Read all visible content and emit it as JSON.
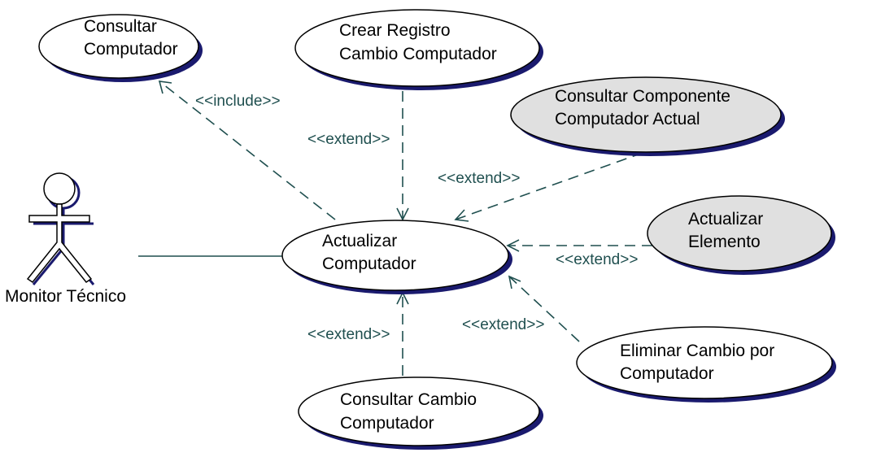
{
  "actor": {
    "label": "Monitor Técnico"
  },
  "use_cases": {
    "consultar_computador": {
      "line1": "Consultar",
      "line2": "Computador",
      "fill": "#ffffff"
    },
    "crear_registro": {
      "line1": "Crear Registro",
      "line2": "Cambio Computador",
      "fill": "#ffffff"
    },
    "consultar_componente": {
      "line1": "Consultar Componente",
      "line2": "Computador Actual",
      "fill": "#e0e0e0"
    },
    "actualizar_computador": {
      "line1": "Actualizar",
      "line2": "Computador",
      "fill": "#ffffff"
    },
    "actualizar_elemento": {
      "line1": "Actualizar",
      "line2": "Elemento",
      "fill": "#e0e0e0"
    },
    "eliminar_cambio": {
      "line1": "Eliminar Cambio por",
      "line2": "Computador",
      "fill": "#ffffff"
    },
    "consultar_cambio": {
      "line1": "Consultar Cambio",
      "line2": "Computador",
      "fill": "#ffffff"
    }
  },
  "relations": {
    "include_consultar": "<<include>>",
    "extend_crear": "<<extend>>",
    "extend_componente": "<<extend>>",
    "extend_elemento": "<<extend>>",
    "extend_eliminar": "<<extend>>",
    "extend_cambio": "<<extend>>"
  },
  "colors": {
    "ellipse_shadow": "#1a1a6e",
    "line": "#1f4f4f",
    "shaded_fill": "#e0e0e0"
  }
}
